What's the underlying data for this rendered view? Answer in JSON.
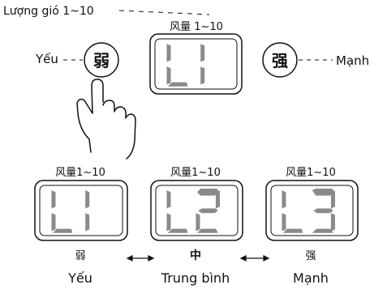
{
  "top": {
    "title": "Lượng gió 1~10",
    "weak_text": "Yếu",
    "weak_button_label": "弱",
    "strong_button_label": "强",
    "strong_text": "Mạnh",
    "display_caption": "风量 1~10",
    "display_value": "L1"
  },
  "bottom": {
    "displays": [
      {
        "caption": "风量1~10",
        "value": "L1",
        "cn_label": "弱",
        "vi_label": "Yếu"
      },
      {
        "caption": "风量1~10",
        "value": "L2",
        "cn_label": "中",
        "vi_label": "Trung bình"
      },
      {
        "caption": "风量1~10",
        "value": "L3",
        "cn_label": "强",
        "vi_label": "Mạnh"
      }
    ]
  },
  "colors": {
    "segment": "#8a8a8a",
    "line": "#111111"
  }
}
